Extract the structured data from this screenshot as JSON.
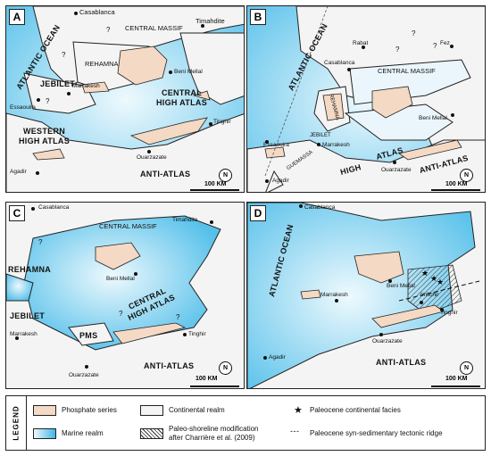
{
  "panels": {
    "a": {
      "letter": "A",
      "labels": {
        "ocean": "ATLANTIC OCEAN",
        "casablanca": "Casablanca",
        "central_massif": "CENTRAL MASSIF",
        "timahdite": "Timahdite",
        "rehamna": "REHAMNA",
        "beni_mellal": "Beni Mellal",
        "jebilet": "JEBILET",
        "marrakesh": "Marrakesh",
        "central_high_atlas": "CENTRAL\nHIGH ATLAS",
        "essaouira": "Essaouira",
        "western_high_atlas": "WESTERN\nHIGH ATLAS",
        "tinghir": "Tinghir",
        "ouarzazate": "Ouarzazate",
        "agadir": "Agadir",
        "anti_atlas": "ANTI-ATLAS"
      },
      "scale": "100 KM"
    },
    "b": {
      "letter": "B",
      "labels": {
        "ocean": "ATLANTIC OCEAN",
        "rabat": "Rabat",
        "fez": "Fez",
        "casablanca": "Casablanca",
        "central_massif": "CENTRAL MASSIF",
        "rehamna": "REHAMNA",
        "beni_mellal": "Beni Mellal",
        "jebilet": "JEBILET",
        "essaouira": "Essaouira",
        "marrakesh": "Marrakesh",
        "guemassa": "GUEMASSA",
        "high": "HIGH",
        "atlas": "ATLAS",
        "anti_atlas": "ANTI-ATLAS",
        "ouarzazate": "Ouarzazate",
        "agadir": "Agadir"
      },
      "scale": "100 KM"
    },
    "c": {
      "letter": "C",
      "labels": {
        "casablanca": "Casablanca",
        "central_massif": "CENTRAL MASSIF",
        "timahdite": "Timahdite",
        "rehamna": "REHAMNA",
        "beni_mellal": "Beni Mellal",
        "jebilet": "JEBILET",
        "marrakesh": "Marrakesh",
        "central_high_atlas": "CENTRAL\nHIGH ATLAS",
        "pms": "PMS",
        "tinghir": "Tinghir",
        "ouarzazate": "Ouarzazate",
        "anti_atlas": "ANTI-ATLAS"
      },
      "scale": "100 KM"
    },
    "d": {
      "letter": "D",
      "labels": {
        "ocean": "ATLANTIC OCEAN",
        "casablanca": "Casablanca",
        "beni_mellal": "Beni Mellal",
        "imilchil": "Imilchil",
        "marrakesh": "Marrakesh",
        "tinghir": "Tinghir",
        "ouarzazate": "Ouarzazate",
        "agadir": "Agadir",
        "anti_atlas": "ANTI-ATLAS"
      },
      "scale": "100 KM"
    }
  },
  "legend": {
    "title": "LEGEND",
    "items": {
      "phosphate": "Phosphate series",
      "marine": "Marine realm",
      "continental": "Continental realm",
      "paleo_shoreline": "Paleo-shoreline modification",
      "paleo_shoreline_ref": "after Charrière et al. (2009)",
      "continental_facies": "Paleocene continental facies",
      "tectonic_ridge": "Paleocene syn-sedimentary tectonic ridge"
    }
  },
  "north_symbol": "N",
  "question_mark": "?",
  "colors": {
    "marine_light": "#e8f6fc",
    "marine_dark": "#3fb6e6",
    "phosphate": "#f4d9c4",
    "continental": "#f4f4f4",
    "outline": "#222222"
  }
}
